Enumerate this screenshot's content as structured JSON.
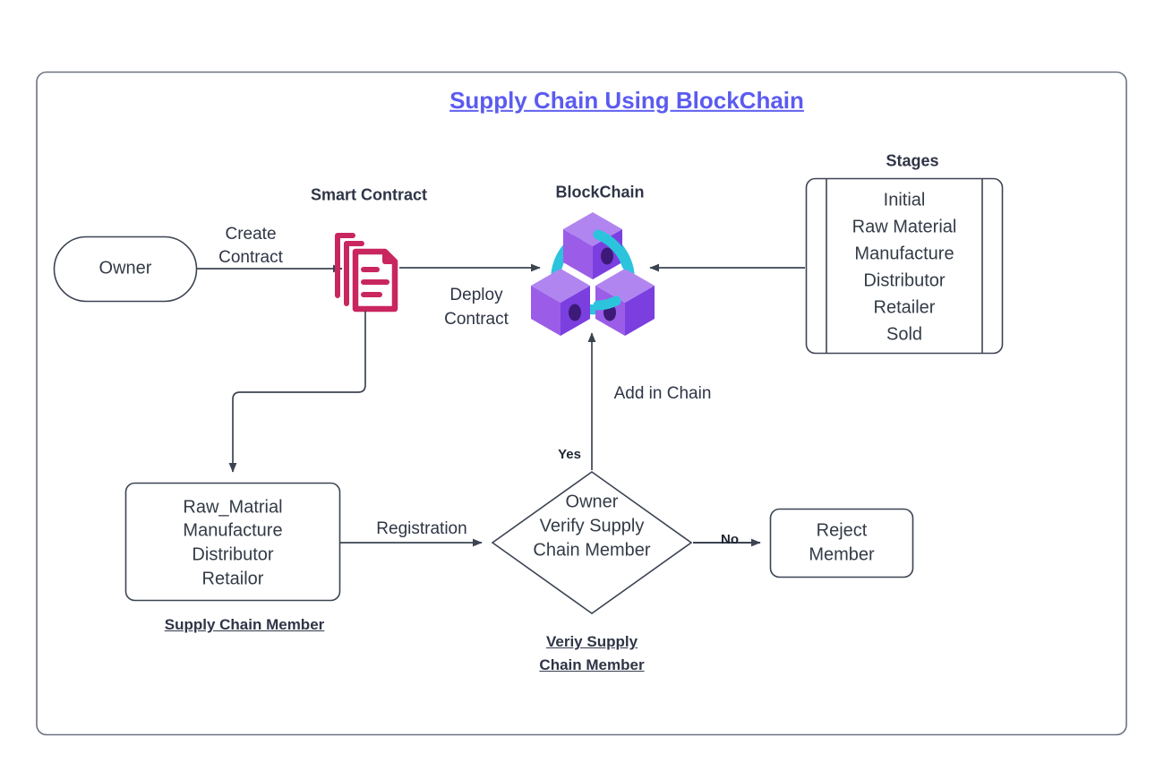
{
  "title": "Supply Chain Using BlockChain",
  "colors": {
    "title": "#5b5bf0",
    "stroke": "#4a5260",
    "text": "#333b47",
    "contract_icon": "#c9265f",
    "cube_top": "#b185f0",
    "cube_left": "#9b5de8",
    "cube_right": "#7b3fe0",
    "cube_hole": "#3d1a78",
    "arc": "#2bc4dc",
    "canvas_bg": "#ffffff"
  },
  "headers": {
    "smart_contract": "Smart Contract",
    "blockchain": "BlockChain",
    "stages": "Stages"
  },
  "nodes": {
    "owner": {
      "label": "Owner"
    },
    "stages_box": {
      "items": [
        "Initial",
        "Raw Material",
        "Manufacture",
        "Distributor",
        "Retailer",
        "Sold"
      ]
    },
    "supply_chain_member": {
      "items": [
        "Raw_Matrial",
        "Manufacture",
        "Distributor",
        "Retailor"
      ],
      "caption": "Supply Chain Member"
    },
    "decision": {
      "lines": [
        "Owner",
        "Verify Supply",
        "Chain Member"
      ],
      "caption_line1": "Veriy Supply",
      "caption_line2": "Chain Member"
    },
    "reject_member": {
      "line1": "Reject",
      "line2": "Member"
    }
  },
  "edges": {
    "create_contract_line1": "Create",
    "create_contract_line2": "Contract",
    "deploy_contract_line1": "Deploy",
    "deploy_contract_line2": "Contract",
    "add_in_chain": "Add in Chain",
    "registration": "Registration",
    "yes": "Yes",
    "no": "No"
  }
}
